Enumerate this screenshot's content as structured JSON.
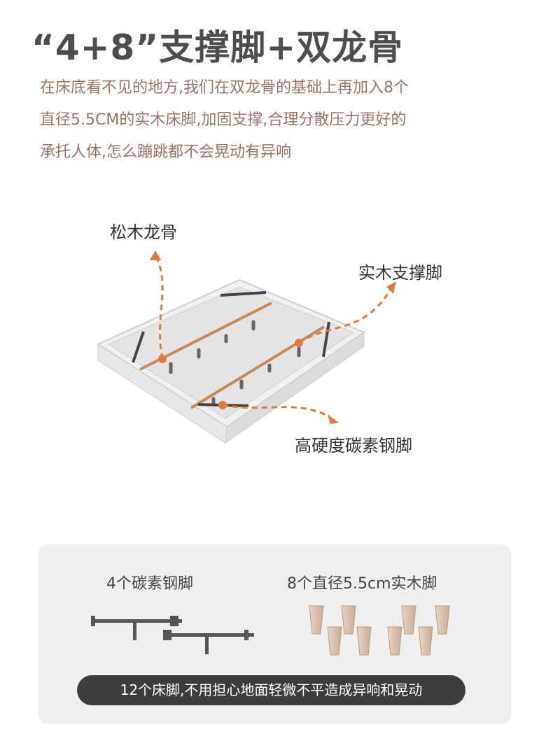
{
  "title": "“4+8”支撑脚+双龙骨",
  "description": [
    "在床底看不见的地方,我们在双龙骨的基础上再加入8个",
    "直径5.5CM的实木床脚,加固支撑,合理分散压力更好的",
    "承托人体,怎么蹦跳都不会晃动有异响"
  ],
  "callouts": {
    "pine_keel": "松木龙骨",
    "wood_leg": "实木支撑脚",
    "steel_leg": "高硬度碳素钢脚"
  },
  "panel": {
    "steel_legs_label": "4个碳素钢脚",
    "wood_legs_label": "8个直径5.5cm实木脚",
    "footer": "12个床脚,不用担心地面轻微不平造成异响和晃动"
  },
  "colors": {
    "accent": "#e07a3e",
    "text_brown": "#9b7563",
    "title": "#4d4d4d"
  }
}
